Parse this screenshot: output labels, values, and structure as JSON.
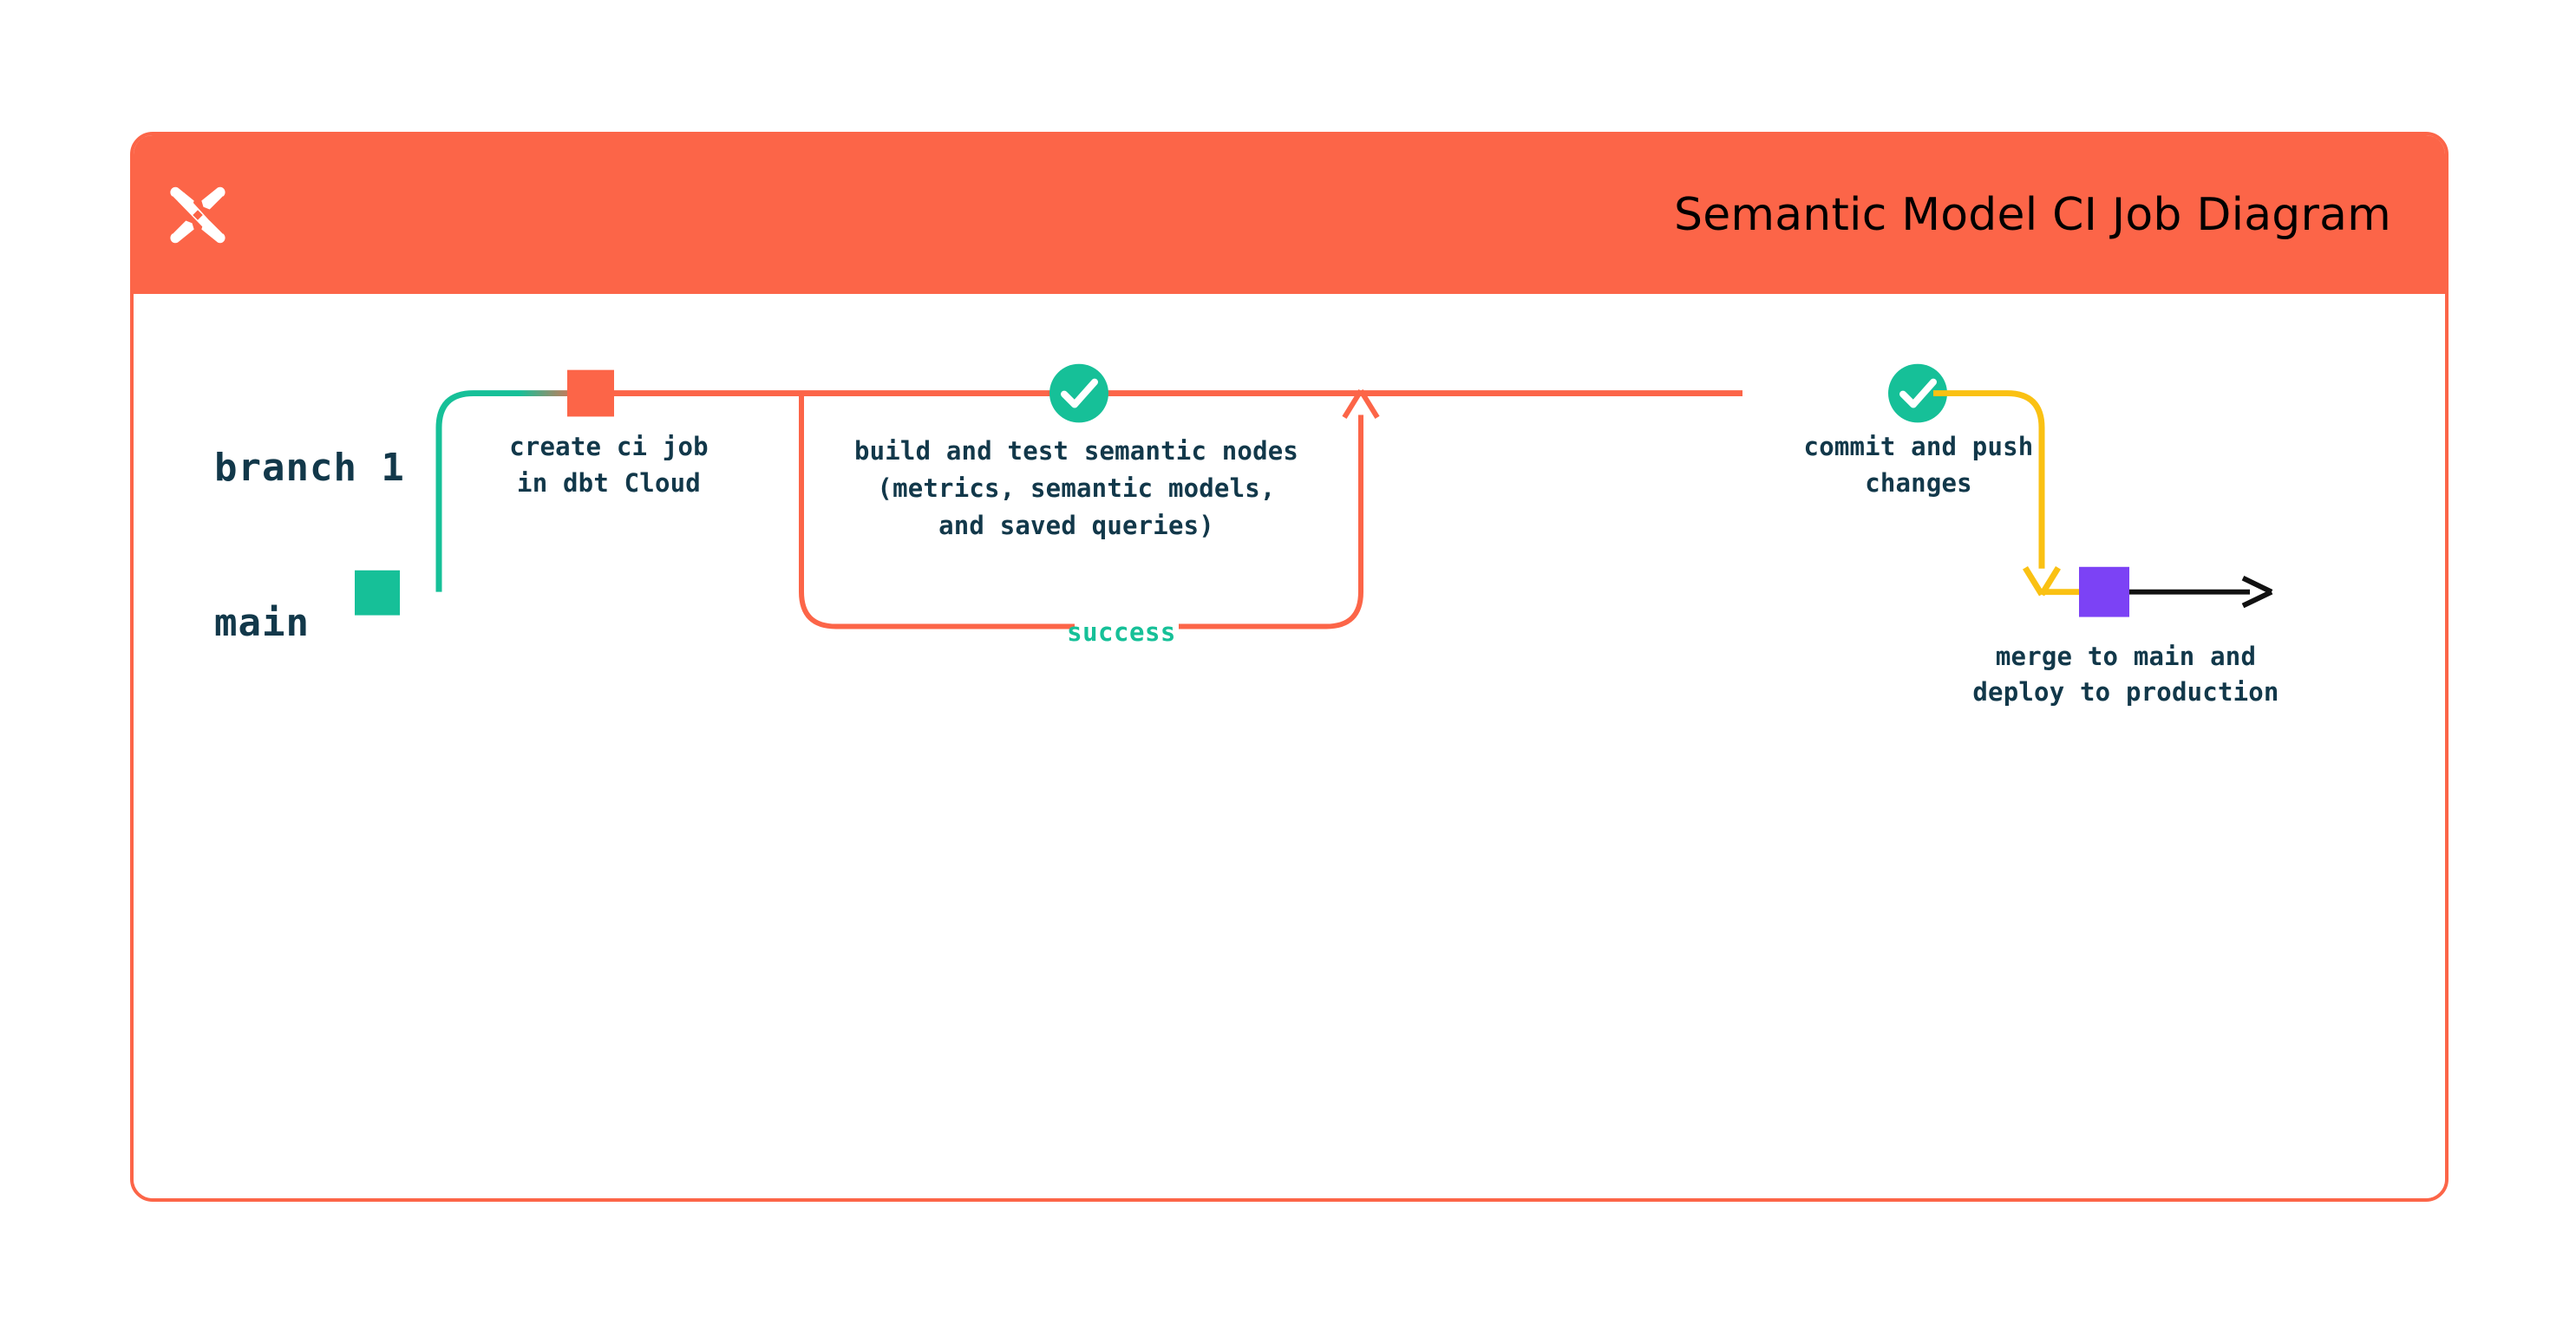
{
  "header": {
    "title": "Semantic Model CI Job Diagram",
    "logo_icon": "dbt-logo-icon",
    "background_color": "#FC6548"
  },
  "theme": {
    "orange": "#FC6548",
    "green": "#16C098",
    "yellow": "#FAC113",
    "purple": "#7C42F5",
    "navy": "#12384A",
    "black": "#111111",
    "white": "#FFFFFF"
  },
  "diagram": {
    "type": "git-branch-flow",
    "lanes": [
      {
        "id": "branch-1",
        "label": "branch 1",
        "color": "#FC6548"
      },
      {
        "id": "main",
        "label": "main",
        "color": "#16C098"
      }
    ],
    "nodes": [
      {
        "id": "create-ci-job",
        "shape": "square",
        "color": "#FC6548",
        "lane": "branch-1",
        "label": "create ci job\nin dbt Cloud"
      },
      {
        "id": "build-and-test",
        "shape": "check-circle",
        "color": "#16C098",
        "lane": "branch-1",
        "label": "build and test semantic nodes\n(metrics, semantic models,\nand saved queries)"
      },
      {
        "id": "commit-and-push",
        "shape": "check-circle",
        "color": "#16C098",
        "lane": "branch-1",
        "label": "commit and push\nchanges"
      },
      {
        "id": "merge-to-main",
        "shape": "square",
        "color": "#7C42F5",
        "lane": "main",
        "label": "merge to main and\ndeploy to production"
      }
    ],
    "edges": [
      {
        "id": "branch-off",
        "from": "main",
        "to": "branch-1",
        "style": "curve",
        "color_from": "#16C098",
        "color_to": "#FC6548"
      },
      {
        "id": "ci-retry-loop",
        "from": "build-and-test",
        "to": "branch-1",
        "style": "rounded-loop-with-arrow",
        "color": "#FC6548",
        "label": "success"
      },
      {
        "id": "merge-down",
        "from": "commit-and-push",
        "to": "main",
        "style": "curve-with-arrow",
        "color": "#FAC113"
      },
      {
        "id": "main-continues",
        "from": "merge-to-main",
        "to": "end",
        "style": "straight-with-arrow",
        "color": "#111111"
      }
    ],
    "loop_label": "success"
  },
  "labels": {
    "branch_1": "branch 1",
    "main": "main",
    "create_ci_job_line1": "create ci job",
    "create_ci_job_line2": "in dbt Cloud",
    "build_test_line1": "build and test semantic nodes",
    "build_test_line2": "(metrics, semantic models,",
    "build_test_line3": "and saved queries)",
    "commit_push_line1": "commit and push",
    "commit_push_line2": "changes",
    "merge_line1": "merge to main and",
    "merge_line2": "deploy to production",
    "success": "success"
  }
}
